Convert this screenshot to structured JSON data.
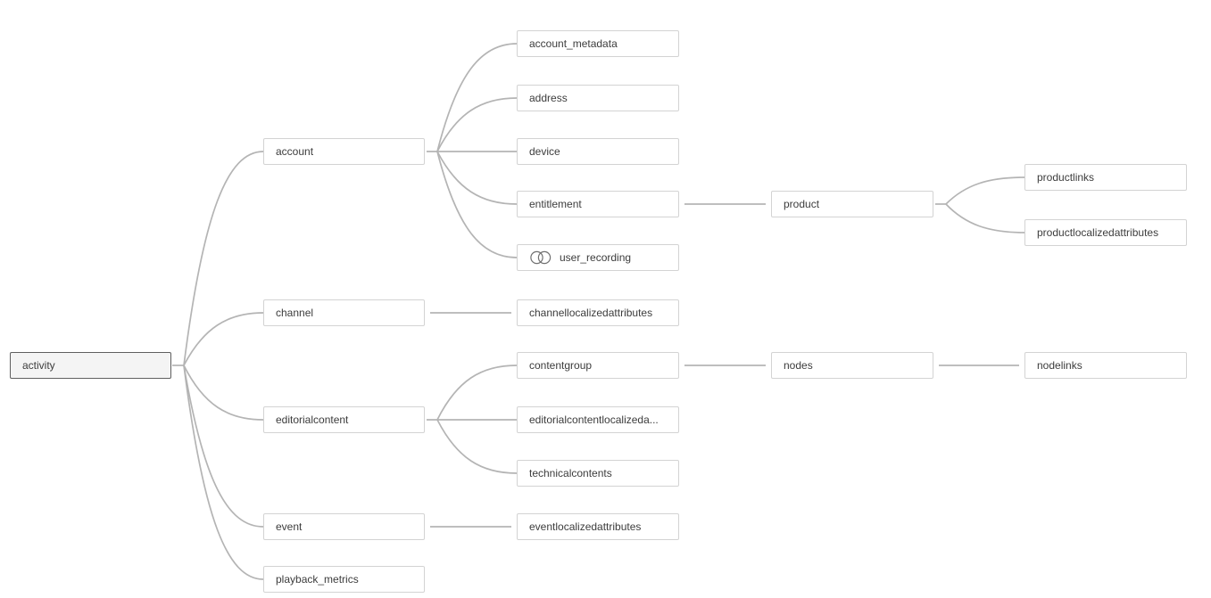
{
  "diagram": {
    "kind": "data-model-relationship-tree",
    "root_table": "activity",
    "nodes": [
      {
        "id": "activity",
        "label": "activity",
        "is_root": true
      },
      {
        "id": "account",
        "label": "account"
      },
      {
        "id": "channel",
        "label": "channel"
      },
      {
        "id": "editorialcontent",
        "label": "editorialcontent"
      },
      {
        "id": "event",
        "label": "event"
      },
      {
        "id": "playback_metrics",
        "label": "playback_metrics"
      },
      {
        "id": "account_metadata",
        "label": "account_metadata"
      },
      {
        "id": "address",
        "label": "address"
      },
      {
        "id": "device",
        "label": "device"
      },
      {
        "id": "entitlement",
        "label": "entitlement"
      },
      {
        "id": "user_recording",
        "label": "user_recording",
        "icon": "overlapping-circles-icon"
      },
      {
        "id": "channellocalizedattributes",
        "label": "channellocalizedattributes"
      },
      {
        "id": "contentgroup",
        "label": "contentgroup"
      },
      {
        "id": "editorialcontentlocalized",
        "label": "editorialcontentlocalizeda..."
      },
      {
        "id": "technicalcontents",
        "label": "technicalcontents"
      },
      {
        "id": "eventlocalizedattributes",
        "label": "eventlocalizedattributes"
      },
      {
        "id": "product",
        "label": "product"
      },
      {
        "id": "nodes",
        "label": "nodes"
      },
      {
        "id": "nodelinks",
        "label": "nodelinks"
      },
      {
        "id": "productlinks",
        "label": "productlinks"
      },
      {
        "id": "productlocalizedattributes",
        "label": "productlocalizedattributes"
      }
    ],
    "edges": [
      {
        "from": "activity",
        "to": "account"
      },
      {
        "from": "activity",
        "to": "channel"
      },
      {
        "from": "activity",
        "to": "editorialcontent"
      },
      {
        "from": "activity",
        "to": "event"
      },
      {
        "from": "activity",
        "to": "playback_metrics"
      },
      {
        "from": "account",
        "to": "account_metadata"
      },
      {
        "from": "account",
        "to": "address"
      },
      {
        "from": "account",
        "to": "device"
      },
      {
        "from": "account",
        "to": "entitlement"
      },
      {
        "from": "account",
        "to": "user_recording"
      },
      {
        "from": "channel",
        "to": "channellocalizedattributes"
      },
      {
        "from": "editorialcontent",
        "to": "contentgroup"
      },
      {
        "from": "editorialcontent",
        "to": "editorialcontentlocalized"
      },
      {
        "from": "editorialcontent",
        "to": "technicalcontents"
      },
      {
        "from": "event",
        "to": "eventlocalizedattributes"
      },
      {
        "from": "entitlement",
        "to": "product"
      },
      {
        "from": "product",
        "to": "productlinks"
      },
      {
        "from": "product",
        "to": "productlocalizedattributes"
      },
      {
        "from": "contentgroup",
        "to": "nodes"
      },
      {
        "from": "nodes",
        "to": "nodelinks"
      }
    ]
  },
  "colors": {
    "line": "#b4b4b4",
    "box-border": "#d3d3d3",
    "box-bg": "#ffffff",
    "root-border": "#5f5f5f",
    "root-bg": "#f4f4f4",
    "text": "#3c3c3c",
    "icon": "#707070"
  }
}
